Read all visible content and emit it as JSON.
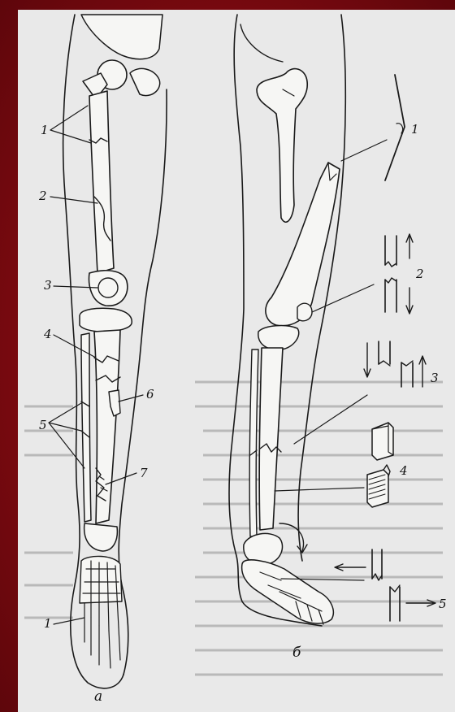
{
  "diagram": {
    "panel_a": {
      "caption": "а",
      "labels": [
        "1",
        "2",
        "3",
        "4",
        "5",
        "6",
        "7",
        "1"
      ]
    },
    "panel_b": {
      "caption": "б",
      "labels": [
        "1",
        "2",
        "3",
        "4",
        "5"
      ]
    }
  },
  "colors": {
    "frame": "#8b0f16",
    "paper": "#e9e9e9",
    "ink": "#1a1a1a"
  }
}
